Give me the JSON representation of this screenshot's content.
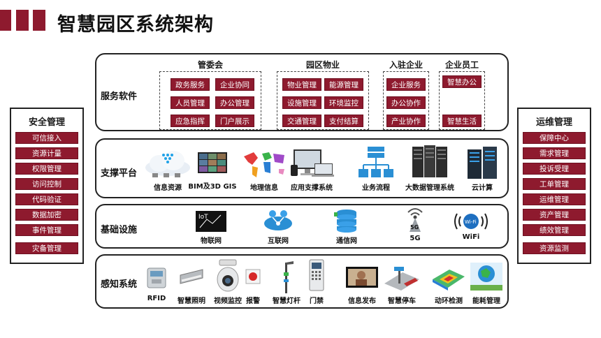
{
  "header": {
    "title": "智慧园区系统架构"
  },
  "security": {
    "title": "安全管理",
    "items": [
      "可信接入",
      "资源计量",
      "权限管理",
      "访问控制",
      "代码验证",
      "数据加密",
      "事件管理",
      "灾备管理"
    ]
  },
  "ops": {
    "title": "运维管理",
    "items": [
      "保障中心",
      "需求管理",
      "投诉受理",
      "工单管理",
      "运维管理",
      "资产管理",
      "绩效管理",
      "资源监测"
    ]
  },
  "service": {
    "label": "服务软件",
    "groups": [
      {
        "title": "管委会",
        "items": [
          "政务服务",
          "企业协同",
          "人员管理",
          "办公管理",
          "应急指挥",
          "门户展示"
        ]
      },
      {
        "title": "园区物业",
        "items": [
          "物业管理",
          "能源管理",
          "设施管理",
          "环境监控",
          "交通管理",
          "支付结算"
        ]
      },
      {
        "title": "入驻企业",
        "items": [
          "企业服务",
          "办公协作",
          "产业协作"
        ]
      },
      {
        "title": "企业员工",
        "items": [
          "智慧办公",
          "智慧生活"
        ]
      }
    ]
  },
  "support": {
    "label": "支撑平台",
    "items": [
      {
        "label": "信息资源",
        "icon": "cloud-network-icon"
      },
      {
        "label": "BIM及3D GIS",
        "icon": "video-wall-icon"
      },
      {
        "label": "地理信息",
        "icon": "world-map-icon"
      },
      {
        "label": "应用支撑系统",
        "icon": "devices-icon"
      },
      {
        "label": "业务流程",
        "icon": "server-tree-icon"
      },
      {
        "label": "大数据管理系统",
        "icon": "server-rack-icon"
      },
      {
        "label": "云计算",
        "icon": "datacenter-icon"
      }
    ]
  },
  "infra": {
    "label": "基础设施",
    "items": [
      {
        "label": "物联网",
        "icon": "iot-icon",
        "icon_text": "IoT"
      },
      {
        "label": "互联网",
        "icon": "internet-icon"
      },
      {
        "label": "通信网",
        "icon": "database-icon"
      },
      {
        "label": "5G",
        "icon": "antenna-5g-icon",
        "icon_text": "5G"
      },
      {
        "label": "WiFi",
        "icon": "wifi-icon",
        "icon_text": "Wi-Fi"
      }
    ]
  },
  "perception": {
    "label": "感知系统",
    "items": [
      {
        "label": "RFID",
        "icon": "rfid-reader-icon"
      },
      {
        "label": "智慧照明",
        "icon": "lighting-icon"
      },
      {
        "label": "视频监控",
        "icon": "camera-icon"
      },
      {
        "label": "报警",
        "icon": "alarm-icon"
      },
      {
        "label": "智慧灯杆",
        "icon": "lamp-pole-icon"
      },
      {
        "label": "门禁",
        "icon": "access-control-icon"
      },
      {
        "label": "信息发布",
        "icon": "display-screen-icon"
      },
      {
        "label": "智慧停车",
        "icon": "parking-icon"
      },
      {
        "label": "动环检测",
        "icon": "environment-monitor-icon"
      },
      {
        "label": "能耗管理",
        "icon": "energy-globe-icon"
      }
    ]
  },
  "colors": {
    "accent": "#8e1a2e",
    "border": "#222222"
  }
}
